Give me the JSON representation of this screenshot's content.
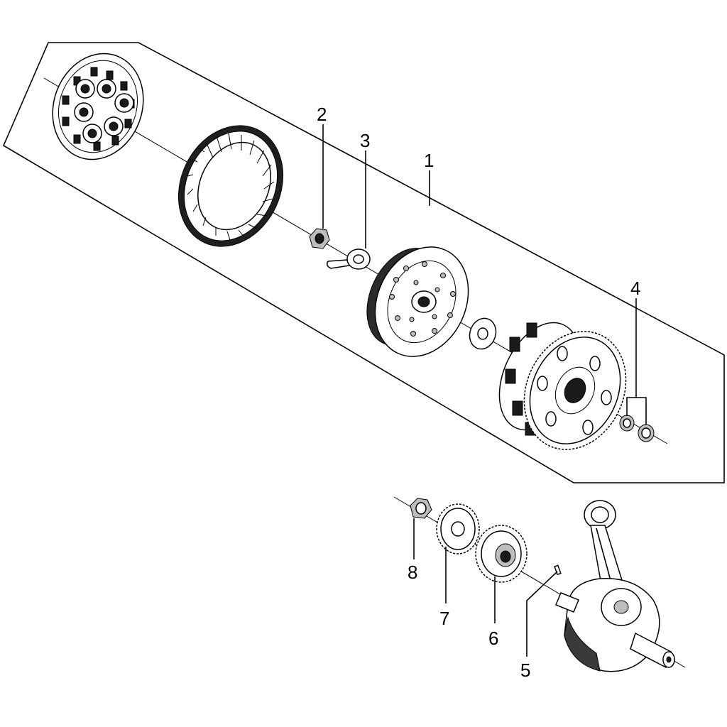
{
  "callouts": [
    {
      "id": "1",
      "label": "1"
    },
    {
      "id": "2",
      "label": "2"
    },
    {
      "id": "3",
      "label": "3"
    },
    {
      "id": "4",
      "label": "4"
    },
    {
      "id": "5",
      "label": "5"
    },
    {
      "id": "6",
      "label": "6"
    },
    {
      "id": "7",
      "label": "7"
    },
    {
      "id": "8",
      "label": "8"
    }
  ],
  "colors": {
    "ink": "#000000",
    "background": "#ffffff"
  }
}
